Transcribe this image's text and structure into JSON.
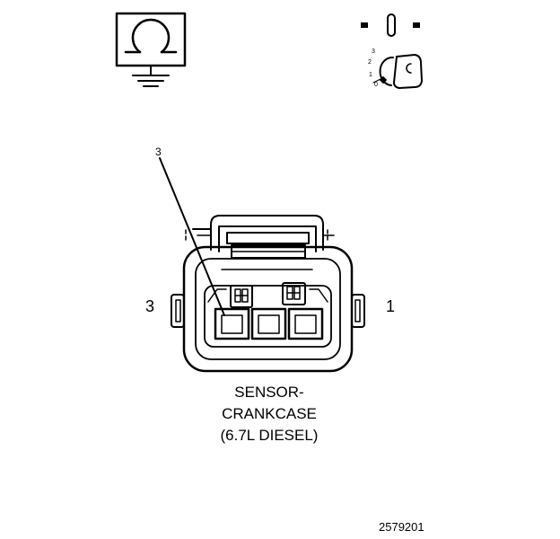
{
  "connector": {
    "left_pin_label": "3",
    "right_pin_label": "1",
    "callout_label": "3"
  },
  "caption": {
    "line1": "SENSOR-",
    "line2": "CRANKCASE",
    "line3": "(6.7L DIESEL)"
  },
  "ignition_scale": {
    "pos3": "3",
    "pos2": "2",
    "pos1": "1",
    "pos0": "0"
  },
  "figure_id": "2579201",
  "icons": {
    "top_left": "resistance-ground-icon",
    "top_right": "ignition-key-icon"
  }
}
